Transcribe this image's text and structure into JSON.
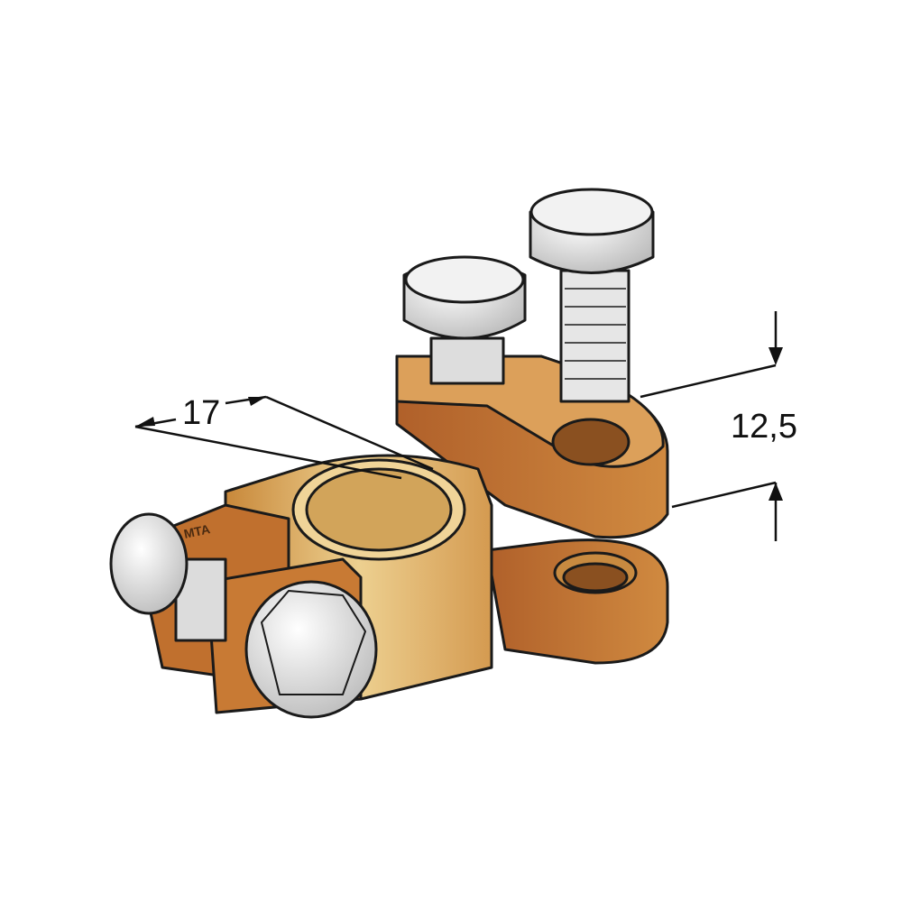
{
  "dimensions": {
    "width_label": "17",
    "height_label": "12,5"
  },
  "logo_text": "MTA",
  "colors": {
    "brass_light": "#e8c078",
    "brass_mid": "#d4a050",
    "brass_dark": "#b86a2a",
    "bolt": "#e4e4e4",
    "outline": "#1a1a1a"
  }
}
